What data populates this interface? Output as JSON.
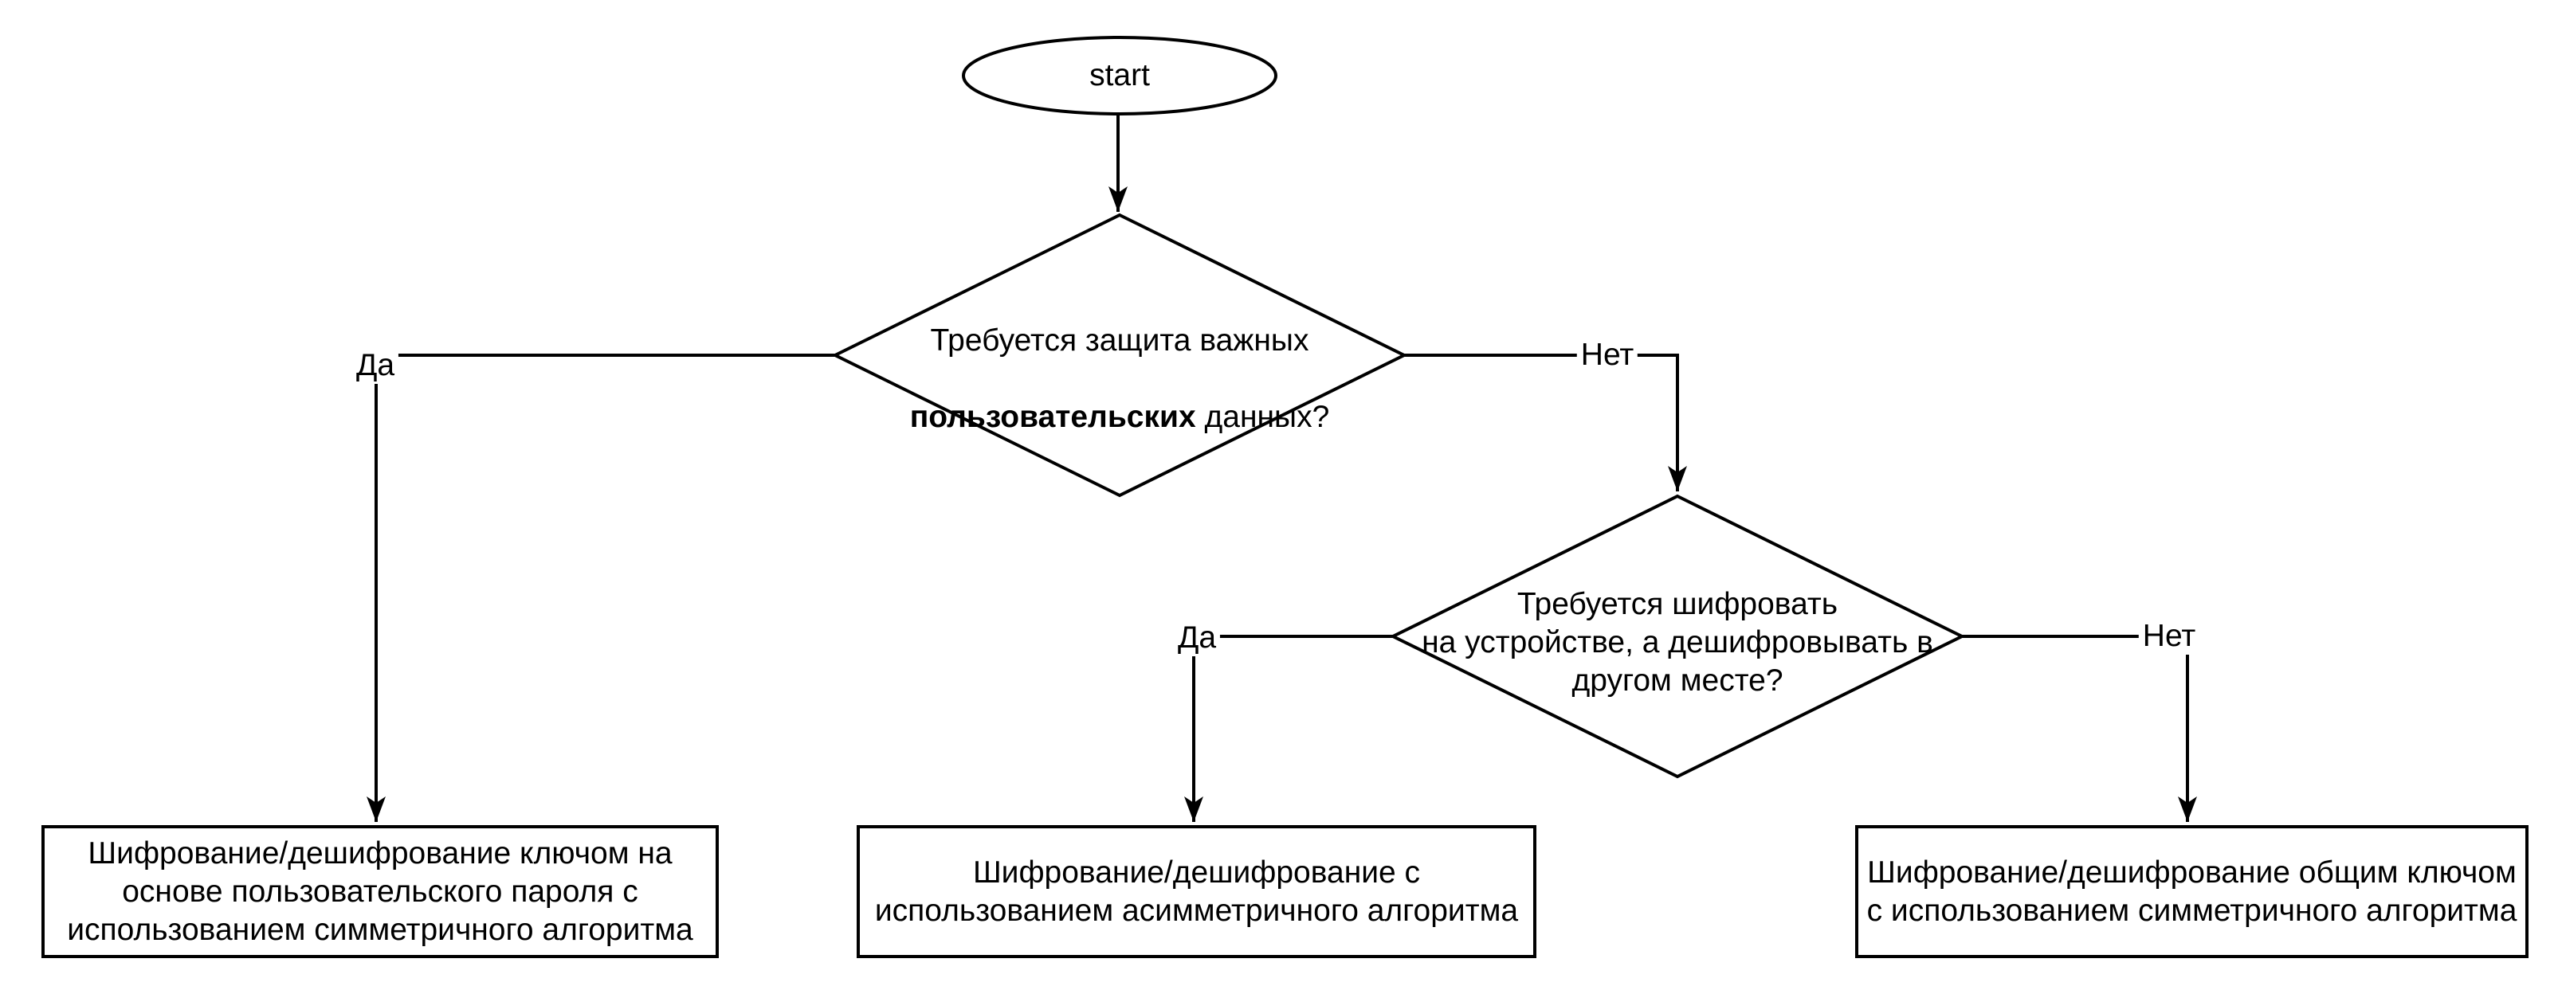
{
  "page": {
    "background_color": "#ffffff",
    "line_color": "#000000",
    "text_color": "#000000"
  },
  "nodes": {
    "start": {
      "label": "start"
    },
    "decision1": {
      "line1": "Требуется защита важных",
      "line2_bold": "пользовательских",
      "line2_rest": " данных?"
    },
    "decision2": {
      "label": "Требуется шифровать\nна устройстве, а дешифровывать в\nдругом месте?"
    },
    "process_password_key": {
      "label": "Шифрование/дешифрование ключом на\nоснове пользовательского пароля с\nиспользованием симметричного алгоритма"
    },
    "process_asymmetric": {
      "label": "Шифрование/дешифрование с\nиспользованием асимметричного алгоритма"
    },
    "process_shared_key": {
      "label": "Шифрование/дешифрование общим ключом\nс использованием симметричного алгоритма"
    }
  },
  "edges": {
    "decision1_yes": {
      "label": "Да"
    },
    "decision1_no": {
      "label": "Нет"
    },
    "decision2_yes": {
      "label": "Да"
    },
    "decision2_no": {
      "label": "Нет"
    }
  }
}
